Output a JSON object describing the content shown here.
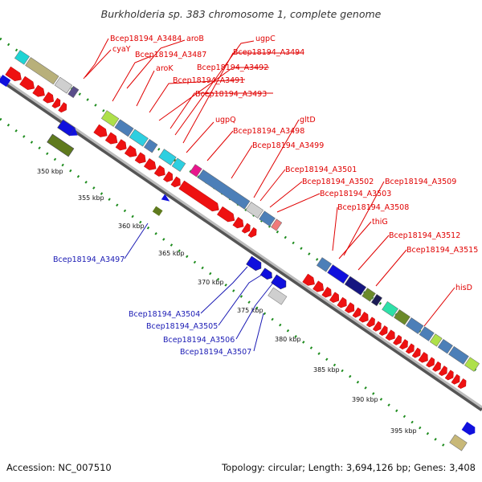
{
  "title": "Burkholderia sp. 383 chromosome 1, complete genome",
  "footer": {
    "accession": "Accession: NC_007510",
    "summary": "Topology: circular; Length: 3,694,126 bp; Genes: 3,408"
  },
  "scale_labels": [
    "350 kbp",
    "355 kbp",
    "360 kbp",
    "365 kbp",
    "370 kbp",
    "375 kbp",
    "380 kbp",
    "385 kbp",
    "390 kbp",
    "395 kbp"
  ],
  "forward_gene_labels": [
    "Bcep18194_A3484",
    "aroB",
    "cyaY",
    "Bcep18194_A3487",
    "aroK",
    "Bcep18194_A3491",
    "Bcep18194_A3492",
    "Bcep18194_A3493",
    "ugpC",
    "Bcep18194_A3494",
    "ugpQ",
    "gltD",
    "Bcep18194_A3498",
    "Bcep18194_A3499",
    "Bcep18194_A3501",
    "Bcep18194_A3502",
    "Bcep18194_A3503",
    "Bcep18194_A3509",
    "Bcep18194_A3508",
    "thiG",
    "Bcep18194_A3512",
    "Bcep18194_A3515",
    "hisD"
  ],
  "reverse_gene_labels": [
    "Bcep18194_A3497",
    "Bcep18194_A3504",
    "Bcep18194_A3505",
    "Bcep18194_A3506",
    "Bcep18194_A3507"
  ],
  "colors": {
    "forward_gene": "#ee1111",
    "reverse_gene": "#1010dd",
    "backbone": "#9a9a9a",
    "gc_dots": "#1e8c1e",
    "label_forward": "#e00000",
    "label_reverse": "#1a1ab4"
  }
}
